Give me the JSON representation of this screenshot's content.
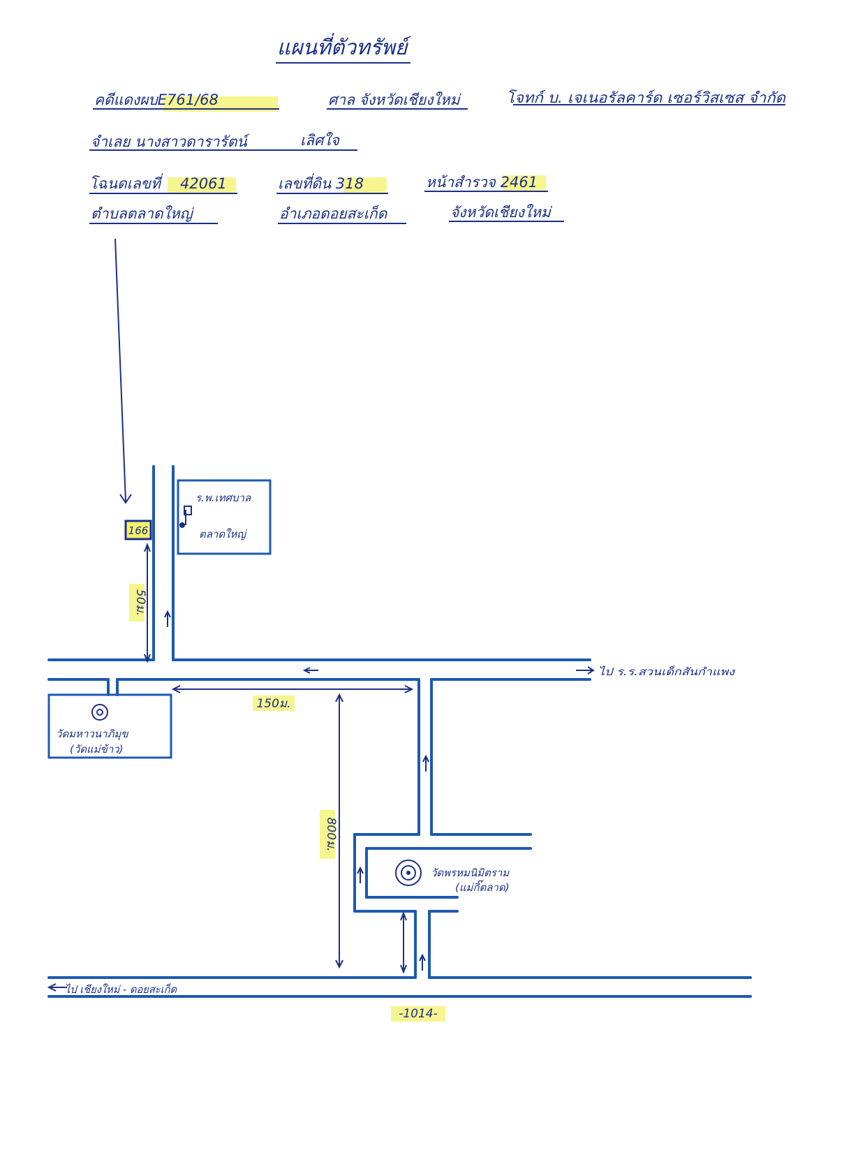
{
  "title": "แผนที่ตัวทรัพย์",
  "header": {
    "case_label": "คดีแดงผบE761/68",
    "court_label": "ศาล จังหวัดเชียงใหม่",
    "plaintiff_label": "โจทก์ บ. เจเนอรัลคาร์ด เซอร์วิสเซส จำกัด",
    "defendant_label": "จำเลย นางสาวดารารัตน์",
    "defendant_surname": "เลิศใจ",
    "deed_label": "โฉนดเลขที่",
    "deed_number": "42061",
    "land_no_label": "เลขที่ดิน 318",
    "survey_label": "หน้าสำรวจ 2461",
    "subdistrict_label": "ตำบลตลาดใหญ่",
    "district_label": "อำเภอดอยสะเก็ด",
    "province_label": "จังหวัดเชียงใหม่"
  },
  "map": {
    "property_plot": "166",
    "hospital": {
      "line1": "ร.พ.เทศบาล",
      "line2": "ตลาดใหญ่"
    },
    "temple_left": {
      "line1": "วัดมหาวนาภิมุข",
      "line2": "(วัดแม่ข้าว)"
    },
    "temple_right": {
      "line1": "วัดพรหมนิมิตราม",
      "line2": "(แม่กิ๊ตลาด)"
    },
    "direction_east": "ไป ร.ร.สวนเด็กสันกำแพง",
    "direction_west": "ไป เชียงใหม่ - ดอยสะเก็ด",
    "road_number": "-1014-",
    "distances": {
      "north_segment": "50ม.",
      "east_segment": "150ม.",
      "south_segment": "800ม."
    }
  },
  "colors": {
    "ink": "#1b2f86",
    "road": "#1c5ab0",
    "highlight": "#f4f16a"
  }
}
